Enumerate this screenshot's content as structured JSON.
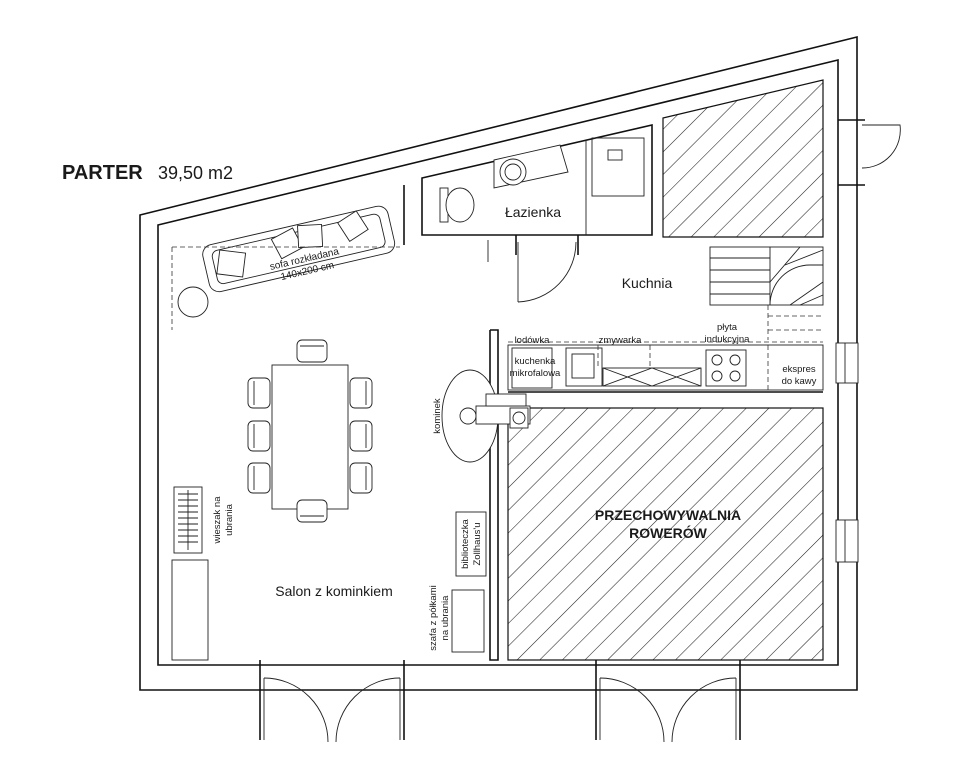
{
  "header": {
    "title": "PARTER",
    "area": "39,50 m2"
  },
  "rooms": {
    "bathroom": "Łazienka",
    "kitchen": "Kuchnia",
    "living": "Salon z kominkiem",
    "bike_storage_line1": "PRZECHOWYWALNIA",
    "bike_storage_line2": "ROWERÓW"
  },
  "furniture": {
    "sofa_line1": "sofa rozkładana",
    "sofa_line2": "140x200 cm",
    "fridge": "lodówka",
    "dishwasher": "zmywarka",
    "hob_line1": "płyta",
    "hob_line2": "indukcyjna",
    "microwave_line1": "kuchenka",
    "microwave_line2": "mikrofalowa",
    "coffee_line1": "ekspres",
    "coffee_line2": "do kawy",
    "fireplace": "kominek",
    "hanger_line1": "wieszak na",
    "hanger_line2": "ubrania",
    "bookcase_line1": "biblioteczka",
    "bookcase_line2": "Zollhaus'u",
    "wardrobe_line1": "szafa z półkami",
    "wardrobe_line2": "na ubrania"
  }
}
